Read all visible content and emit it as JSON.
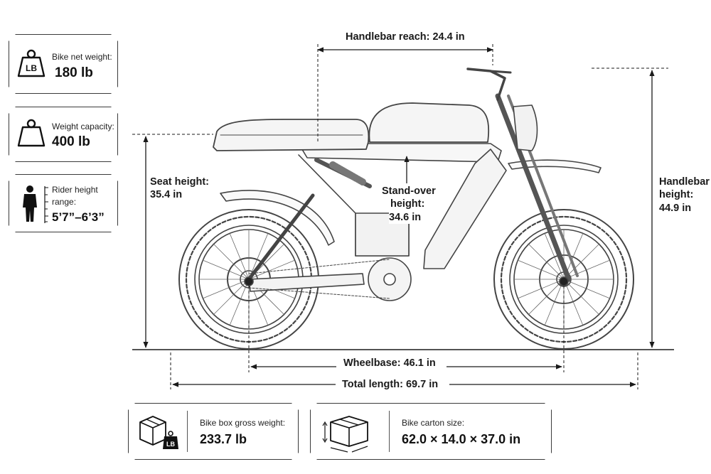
{
  "specs": {
    "net_weight": {
      "label": "Bike net weight:",
      "value": "180 lb",
      "icon": "weight-lb-icon",
      "icon_text": "LB"
    },
    "weight_capacity": {
      "label": "Weight capacity:",
      "value": "400 lb",
      "icon": "weight-icon"
    },
    "rider_height": {
      "label_line1": "Rider height",
      "label_line2": "range:",
      "value": "5’7”–6’3”",
      "icon": "person-icon"
    }
  },
  "dimensions": {
    "handlebar_reach": "Handlebar reach: 24.4 in",
    "seat_height": {
      "line1": "Seat height:",
      "line2": "35.4 in"
    },
    "standover": {
      "line1": "Stand-over",
      "line2": "height:",
      "line3": "34.6 in"
    },
    "handlebar_height": {
      "line1": "Handlebar",
      "line2": "height:",
      "line3": "44.9 in"
    },
    "wheelbase": "Wheelbase: 46.1 in",
    "total_length": "Total length: 69.7 in"
  },
  "box": {
    "gross_weight": {
      "label": "Bike box gross weight:",
      "value": "233.7 lb",
      "icon": "box-weight-icon",
      "icon_text": "LB"
    },
    "carton_size": {
      "label": "Bike carton size:",
      "value": "62.0 × 14.0 × 37.0 in",
      "icon": "box-dimensions-icon"
    }
  },
  "colors": {
    "line": "#1a1a1a",
    "sketch": "#444444"
  }
}
